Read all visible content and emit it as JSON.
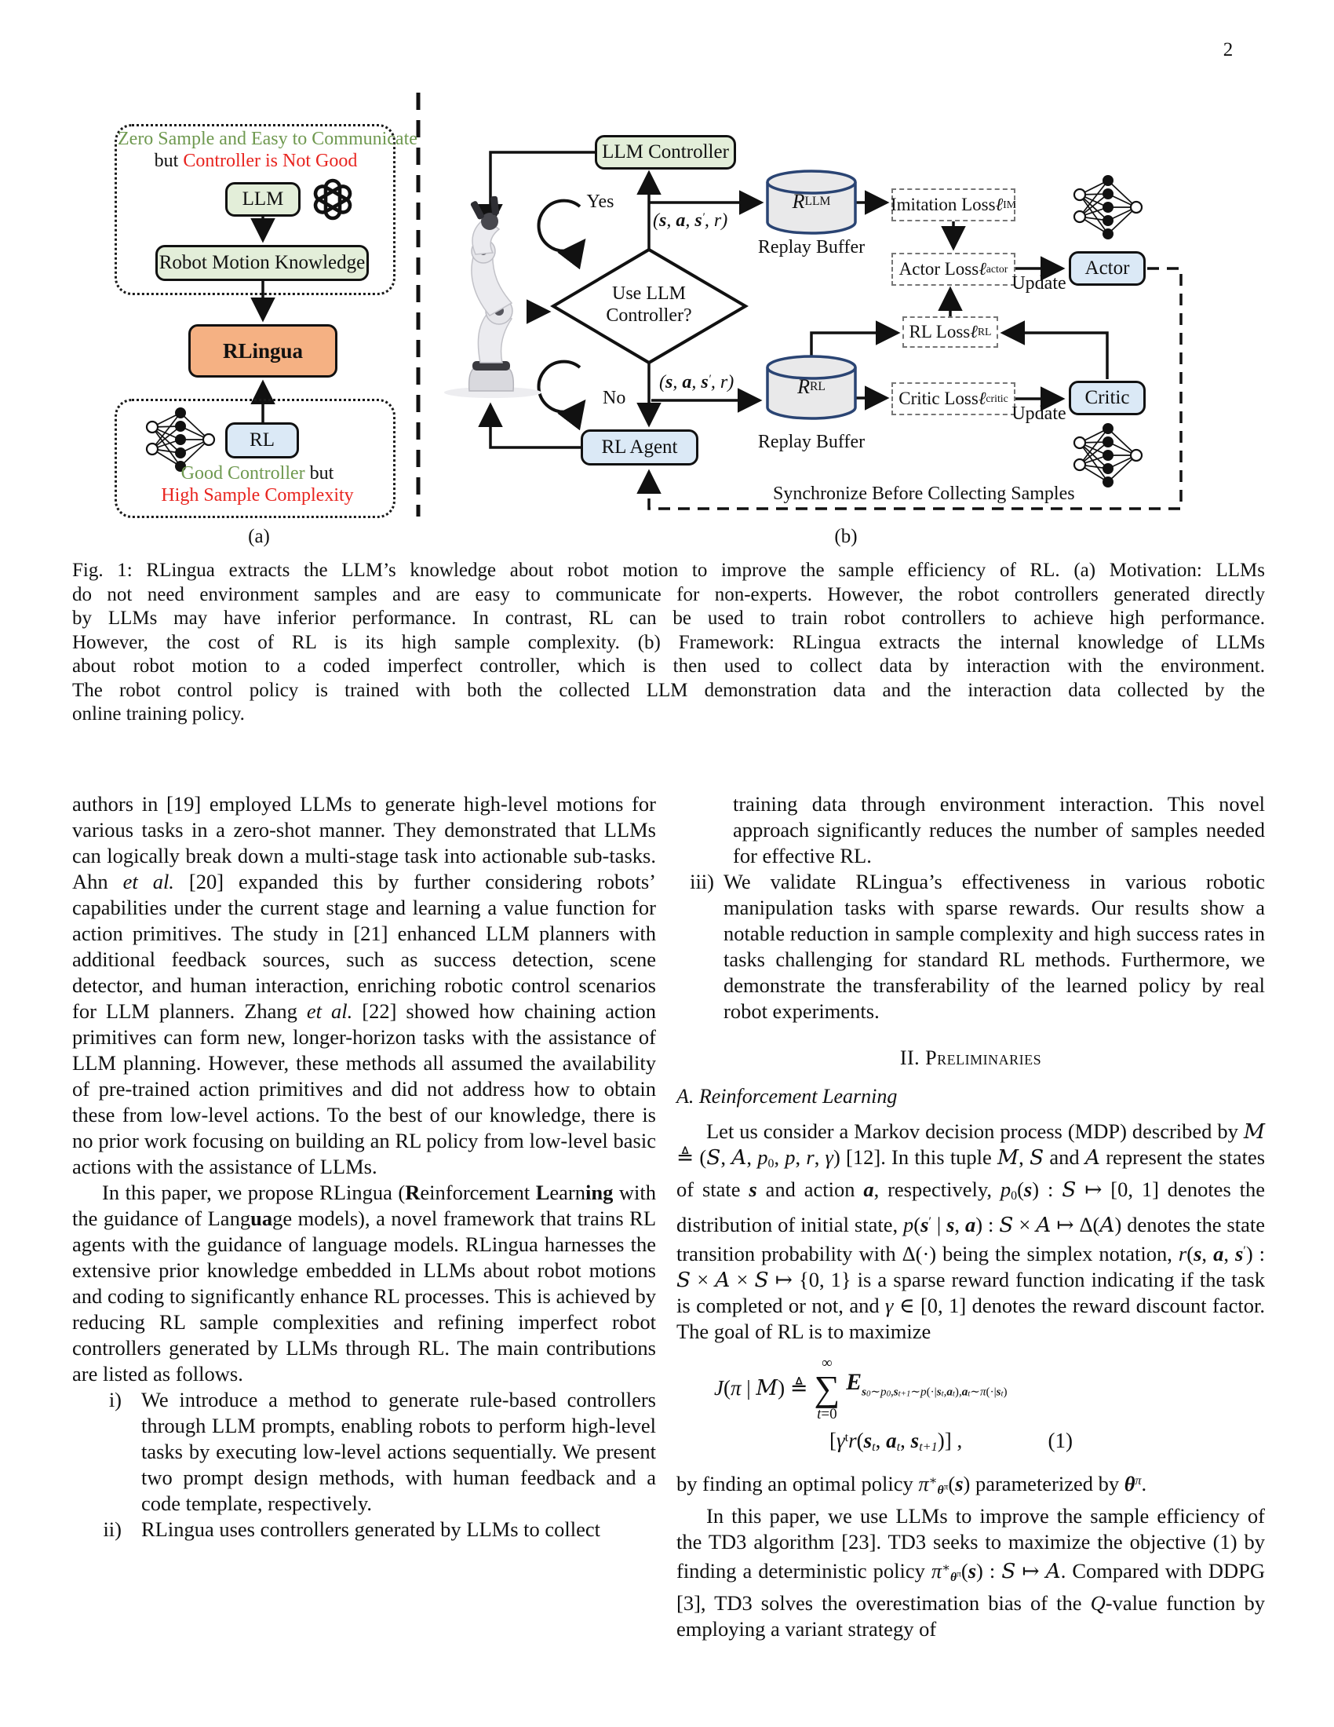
{
  "page": {
    "number": "2"
  },
  "fig_a": {
    "top_line1": "Zero Sample and Easy to Communicate",
    "top_line2_but": "but ",
    "top_line2_rest": "Controller is Not Good",
    "llm": "LLM",
    "robot_motion_knowledge": "Robot Motion Knowledge",
    "rlingua": "RLingua",
    "rl": "RL",
    "bottom_line1_good": "Good Controller",
    "bottom_line1_but": " but",
    "bottom_line2": "High Sample Complexity",
    "label": "(a)"
  },
  "fig_b": {
    "llm_controller": "LLM Controller",
    "yes": "Yes",
    "no": "No",
    "sasr": [
      {
        "t": "("
      },
      {
        "t": "s",
        "c": "bi"
      },
      {
        "t": ", "
      },
      {
        "t": "a",
        "c": "bi"
      },
      {
        "t": ", "
      },
      {
        "t": "s",
        "c": "bi"
      },
      {
        "t": "′",
        "c": "sup"
      },
      {
        "t": ", "
      },
      {
        "t": "r",
        "c": "i"
      },
      {
        "t": ")"
      }
    ],
    "r_llm": [
      {
        "t": "R",
        "c": "i"
      },
      {
        "t": "LLM",
        "c": "sub"
      }
    ],
    "r_rl": [
      {
        "t": "R",
        "c": "i"
      },
      {
        "t": "RL",
        "c": "sub"
      }
    ],
    "replay_buffer": "Replay Buffer",
    "use_llm_line1": "Use LLM",
    "use_llm_line2": "Controller?",
    "imitation_loss": [
      {
        "t": "Imitation Loss "
      },
      {
        "t": "ℓ",
        "c": "i"
      },
      {
        "t": "IM",
        "c": "sub"
      }
    ],
    "actor_loss": [
      {
        "t": "Actor Loss "
      },
      {
        "t": "ℓ",
        "c": "i"
      },
      {
        "t": "actor",
        "c": "sub"
      }
    ],
    "rl_loss": [
      {
        "t": "RL Loss "
      },
      {
        "t": "ℓ",
        "c": "i"
      },
      {
        "t": "RL",
        "c": "sub"
      }
    ],
    "critic_loss": [
      {
        "t": "Critic Loss "
      },
      {
        "t": "ℓ",
        "c": "i"
      },
      {
        "t": "critic",
        "c": "sub"
      }
    ],
    "update_top": "Update",
    "update_bottom": "Update",
    "actor": "Actor",
    "critic": "Critic",
    "rl_agent": "RL Agent",
    "sync": "Synchronize Before Collecting Samples",
    "label": "(b)"
  },
  "caption": {
    "lines": [
      "Fig. 1: RLingua extracts the LLM’s knowledge about robot motion to improve the sample efficiency of RL. (a) Motivation: LLMs",
      "do not need environment samples and are easy to communicate for non-experts. However, the robot controllers generated directly",
      "by LLMs may have inferior performance. In contrast, RL can be used to train robot controllers to achieve high performance.",
      "However, the cost of RL is its high sample complexity. (b) Framework: RLingua extracts the internal knowledge of LLMs",
      "about robot motion to a coded imperfect controller, which is then used to collect data by interaction with the environment.",
      "The robot control policy is trained with both the collected LLM demonstration data and the interaction data collected by the",
      "online training policy."
    ]
  },
  "left_col": {
    "p1": [
      {
        "t": "authors in [19] employed LLMs to generate high-level motions for various tasks in a zero-shot manner. They demonstrated that LLMs can logically break down a multi-stage task into actionable sub-tasks. Ahn "
      },
      {
        "t": "et al.",
        "c": "i"
      },
      {
        "t": " [20] expanded this by further considering robots’ capabilities under the current stage and learning a value function for action primitives. The study in [21] enhanced LLM planners with additional feedback sources, such as success detection, scene detector, and human interaction, enriching robotic control scenarios for LLM planners. Zhang "
      },
      {
        "t": "et al.",
        "c": "i"
      },
      {
        "t": " [22] showed how chaining action primitives can form new, longer-horizon tasks with the assistance of LLM planning. However, these methods all assumed the availability of pre-trained action primitives and did not address how to obtain these from low-level actions. To the best of our knowledge, there is no prior work focusing on building an RL policy from low-level basic actions with the assistance of LLMs."
      }
    ],
    "p2": [
      {
        "t": "In this paper, we propose RLingua ("
      },
      {
        "t": "R",
        "c": "b"
      },
      {
        "t": "einforcement "
      },
      {
        "t": "L",
        "c": "b"
      },
      {
        "t": "earn"
      },
      {
        "t": "ing",
        "c": "b"
      },
      {
        "t": " with the guidance of Lang"
      },
      {
        "t": "ua",
        "c": "b"
      },
      {
        "t": "ge models), a novel framework that trains RL agents with the guidance of language models. RLingua harnesses the extensive prior knowledge embedded in LLMs about robot motions and coding to significantly enhance RL processes. This is achieved by reducing RL sample complexities and refining imperfect robot controllers generated by LLMs through RL. The main contributions are listed as follows."
      }
    ],
    "items": [
      {
        "num": "i)",
        "text": "We introduce a method to generate rule-based controllers through LLM prompts, enabling robots to perform high-level tasks by executing low-level actions sequentially. We present two prompt design methods, with human feedback and a code template, respectively."
      },
      {
        "num": "ii)",
        "text": "RLingua uses controllers generated by LLMs to collect"
      }
    ]
  },
  "right_col": {
    "cont": "training data through environment interaction. This novel approach significantly reduces the number of samples needed for effective RL.",
    "item3_num": "iii)",
    "item3": "We validate RLingua’s effectiveness in various robotic manipulation tasks with sparse rewards. Our results show a notable reduction in sample complexity and high success rates in tasks challenging for standard RL methods. Furthermore, we demonstrate the transferability of the learned policy by real robot experiments.",
    "heading": "II. Preliminaries",
    "subheading": "A. Reinforcement Learning",
    "p_mdp": [
      {
        "t": "Let us consider a Markov decision process (MDP) described by "
      },
      {
        "t": "M",
        "c": "cal"
      },
      {
        "t": " ≜ ("
      },
      {
        "t": "S",
        "c": "cal"
      },
      {
        "t": ", "
      },
      {
        "t": "A",
        "c": "cal"
      },
      {
        "t": ", "
      },
      {
        "t": "p",
        "c": "i"
      },
      {
        "t": "0",
        "c": "sub"
      },
      {
        "t": ", "
      },
      {
        "t": "p",
        "c": "i"
      },
      {
        "t": ", "
      },
      {
        "t": "r",
        "c": "i"
      },
      {
        "t": ", "
      },
      {
        "t": "γ",
        "c": "i"
      },
      {
        "t": ") [12]. In this tuple "
      },
      {
        "t": "M",
        "c": "cal"
      },
      {
        "t": ", "
      },
      {
        "t": "S",
        "c": "cal"
      },
      {
        "t": " and "
      },
      {
        "t": "A",
        "c": "cal"
      },
      {
        "t": " represent the states of state "
      },
      {
        "t": "s",
        "c": "bi"
      },
      {
        "t": " and action "
      },
      {
        "t": "a",
        "c": "bi"
      },
      {
        "t": ", respectively, "
      },
      {
        "t": "p",
        "c": "i"
      },
      {
        "t": "0",
        "c": "sub"
      },
      {
        "t": "("
      },
      {
        "t": "s",
        "c": "bi"
      },
      {
        "t": ") : "
      },
      {
        "t": "S",
        "c": "cal"
      },
      {
        "t": " ↦ [0, 1] denotes the distribution of initial state, "
      },
      {
        "t": "p",
        "c": "i"
      },
      {
        "t": "("
      },
      {
        "t": "s",
        "c": "bi"
      },
      {
        "t": "′",
        "c": "sup"
      },
      {
        "t": " | "
      },
      {
        "t": "s",
        "c": "bi"
      },
      {
        "t": ", "
      },
      {
        "t": "a",
        "c": "bi"
      },
      {
        "t": ") : "
      },
      {
        "t": "S",
        "c": "cal"
      },
      {
        "t": " × "
      },
      {
        "t": "A",
        "c": "cal"
      },
      {
        "t": " ↦ Δ("
      },
      {
        "t": "A",
        "c": "cal"
      },
      {
        "t": ") denotes the state transition probability with Δ(·) being the simplex notation, "
      },
      {
        "t": "r",
        "c": "i"
      },
      {
        "t": "("
      },
      {
        "t": "s",
        "c": "bi"
      },
      {
        "t": ", "
      },
      {
        "t": "a",
        "c": "bi"
      },
      {
        "t": ", "
      },
      {
        "t": "s",
        "c": "bi"
      },
      {
        "t": "′",
        "c": "sup"
      },
      {
        "t": ") : "
      },
      {
        "t": "S",
        "c": "cal"
      },
      {
        "t": " × "
      },
      {
        "t": "A",
        "c": "cal"
      },
      {
        "t": " × "
      },
      {
        "t": "S",
        "c": "cal"
      },
      {
        "t": " ↦ {0, 1} is a sparse reward function indicating if the task is completed or not, and "
      },
      {
        "t": "γ",
        "c": "i"
      },
      {
        "t": " ∈ [0, 1] denotes the reward discount factor. The goal of RL is to maximize"
      }
    ],
    "eq": {
      "lhs": [
        {
          "t": "J",
          "c": "i"
        },
        {
          "t": "("
        },
        {
          "t": "π",
          "c": "i"
        },
        {
          "t": " | "
        },
        {
          "t": "M",
          "c": "cal"
        },
        {
          "t": ") ≜ "
        }
      ],
      "sum_top": "∞",
      "sum_sym": "∑",
      "sum_bot": [
        {
          "t": "t",
          "c": "i"
        },
        {
          "t": "=0"
        }
      ],
      "expectation": [
        {
          "t": "E",
          "c": "Ebb"
        },
        {
          "t": "s",
          "c": "es bi"
        },
        {
          "t": "0",
          "c": "ess"
        },
        {
          "t": "∼",
          "c": "es"
        },
        {
          "t": "p",
          "c": "es i"
        },
        {
          "t": "0",
          "c": "ess"
        },
        {
          "t": ",",
          "c": "es"
        },
        {
          "t": "s",
          "c": "es bi"
        },
        {
          "t": "t+1",
          "c": "ess"
        },
        {
          "t": "∼",
          "c": "es"
        },
        {
          "t": "p",
          "c": "es i"
        },
        {
          "t": "(·|",
          "c": "es"
        },
        {
          "t": "s",
          "c": "es bi"
        },
        {
          "t": "t",
          "c": "ess"
        },
        {
          "t": ",",
          "c": "es"
        },
        {
          "t": "a",
          "c": "es bi"
        },
        {
          "t": "t",
          "c": "ess"
        },
        {
          "t": "),",
          "c": "es"
        },
        {
          "t": "a",
          "c": "es bi"
        },
        {
          "t": "t",
          "c": "ess"
        },
        {
          "t": "∼",
          "c": "es"
        },
        {
          "t": "π",
          "c": "es i"
        },
        {
          "t": "(·|",
          "c": "es"
        },
        {
          "t": "s",
          "c": "es bi"
        },
        {
          "t": "t",
          "c": "ess"
        },
        {
          "t": ")",
          "c": "es"
        }
      ],
      "line2": [
        {
          "t": "["
        },
        {
          "t": "γ",
          "c": "i"
        },
        {
          "t": "t",
          "c": "sup"
        },
        {
          "t": "r",
          "c": "i"
        },
        {
          "t": "("
        },
        {
          "t": "s",
          "c": "bi"
        },
        {
          "t": "t",
          "c": "sub i"
        },
        {
          "t": ", "
        },
        {
          "t": "a",
          "c": "bi"
        },
        {
          "t": "t",
          "c": "sub i"
        },
        {
          "t": ", "
        },
        {
          "t": "s",
          "c": "bi"
        },
        {
          "t": "t+1",
          "c": "sub i"
        },
        {
          "t": ")"
        },
        {
          "t": "] ,"
        }
      ],
      "number": "(1)"
    },
    "p_find": [
      {
        "t": "by finding an optimal policy "
      },
      {
        "t": "π",
        "c": "i"
      },
      {
        "t": "∗",
        "c": "sup"
      },
      {
        "t": "θ",
        "c": "sub bi"
      },
      {
        "t": "π",
        "c": "ssup"
      },
      {
        "t": "("
      },
      {
        "t": "s",
        "c": "bi"
      },
      {
        "t": ") parameterized by "
      },
      {
        "t": "θ",
        "c": "bi"
      },
      {
        "t": "π",
        "c": "sup i"
      },
      {
        "t": "."
      }
    ],
    "p_td3": [
      {
        "t": "In this paper, we use LLMs to improve the sample efficiency of the TD3 algorithm [23]. TD3 seeks to maximize the objective (1) by finding a deterministic policy "
      },
      {
        "t": "π",
        "c": "i"
      },
      {
        "t": "∗",
        "c": "sup"
      },
      {
        "t": "θ",
        "c": "sub bi"
      },
      {
        "t": "π",
        "c": "ssup"
      },
      {
        "t": "("
      },
      {
        "t": "s",
        "c": "bi"
      },
      {
        "t": ") : "
      },
      {
        "t": "S",
        "c": "cal"
      },
      {
        "t": " ↦ "
      },
      {
        "t": "A",
        "c": "cal"
      },
      {
        "t": ". Compared with DDPG [3], TD3 solves the overestimation bias of the "
      },
      {
        "t": "Q",
        "c": "i"
      },
      {
        "t": "-value function by employing a variant strategy of"
      }
    ]
  }
}
